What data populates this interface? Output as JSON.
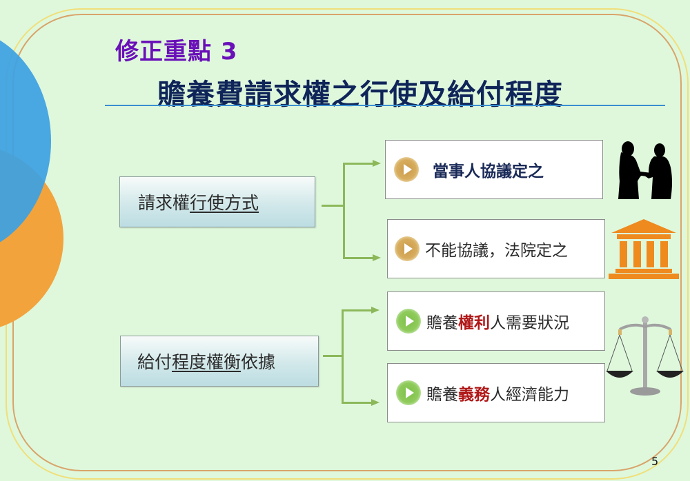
{
  "slide": {
    "subtitle": "修正重點 3",
    "title": "贍養費請求權之行使及給付程度",
    "page_number": "5"
  },
  "diagram": {
    "groups": [
      {
        "source": {
          "plain": "請求權",
          "underlined": "行使方式"
        },
        "targets": [
          {
            "text": "當事人協議定之",
            "bullet_color": "#d4a654",
            "icon": "handshake-silhouette-icon"
          },
          {
            "text": "不能協議，法院定之",
            "bullet_color": "#d4a654",
            "icon": "courthouse-icon"
          }
        ]
      },
      {
        "source": {
          "before": "給付",
          "underlined": "程度權衡",
          "after": "依據"
        },
        "targets": [
          {
            "pre": "贍養",
            "highlight": "權利",
            "post": "人需要狀況",
            "bullet_color": "#8cc65a"
          },
          {
            "pre": "贍養",
            "highlight": "義務",
            "post": "人經濟能力",
            "bullet_color": "#8cc65a"
          }
        ],
        "icon": "balance-scale-icon"
      }
    ]
  },
  "colors": {
    "background": "#dff8dc",
    "subtitle": "#6a10b8",
    "title": "#0f2559",
    "connector": "#8cb85a",
    "highlight": "#b01818",
    "courthouse": "#ee8a1e",
    "circle_blue": "#3da0e2",
    "circle_orange": "#f2a33c"
  }
}
